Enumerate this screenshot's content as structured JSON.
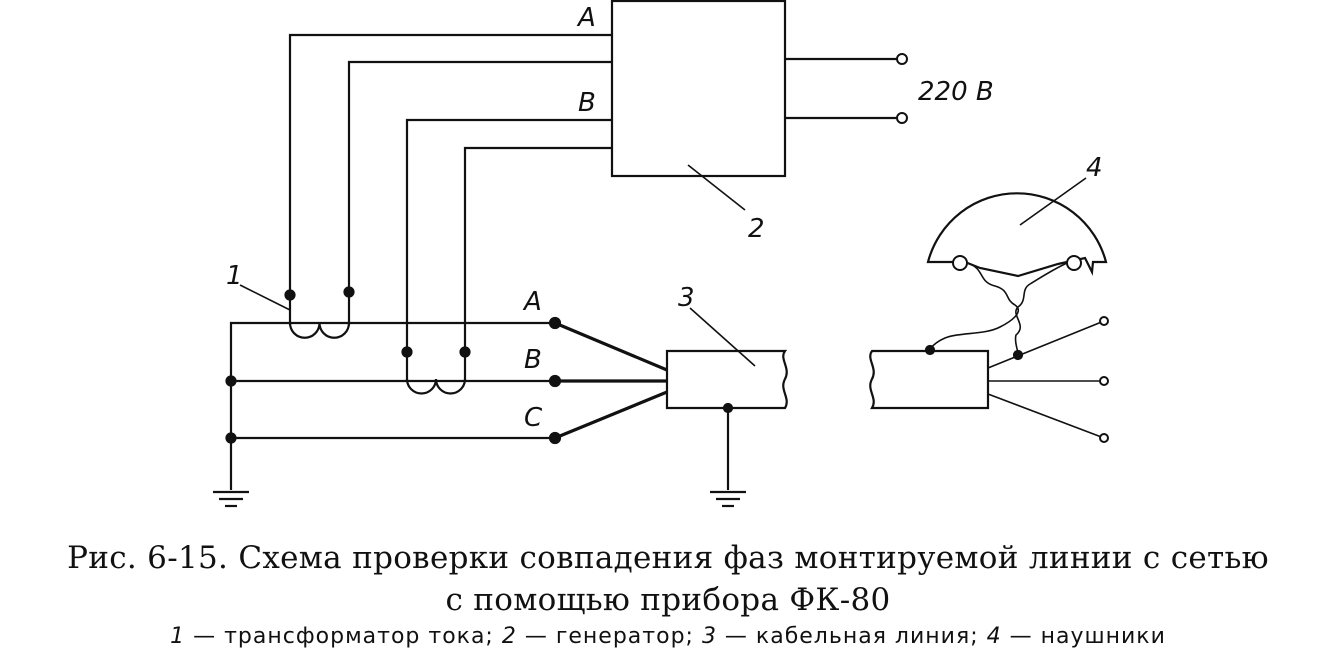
{
  "diagram": {
    "labels": {
      "gen_phase_a": "A",
      "gen_phase_b": "B",
      "voltage": "220 В",
      "line_a": "A",
      "line_b": "B",
      "line_c": "C",
      "callout_1": "1",
      "callout_2": "2",
      "callout_3": "3",
      "callout_4": "4"
    }
  },
  "caption": {
    "line1": "Рис. 6-15. Схема проверки совпадения фаз монтируемой линии с сетью",
    "line2": "с помощью прибора ФК-80",
    "legend": [
      {
        "num": "1",
        "text": " — трансформатор тока;  "
      },
      {
        "num": "2",
        "text": " — генератор;  "
      },
      {
        "num": "3",
        "text": " — кабельная линия;  "
      },
      {
        "num": "4",
        "text": " — наушники"
      }
    ]
  }
}
